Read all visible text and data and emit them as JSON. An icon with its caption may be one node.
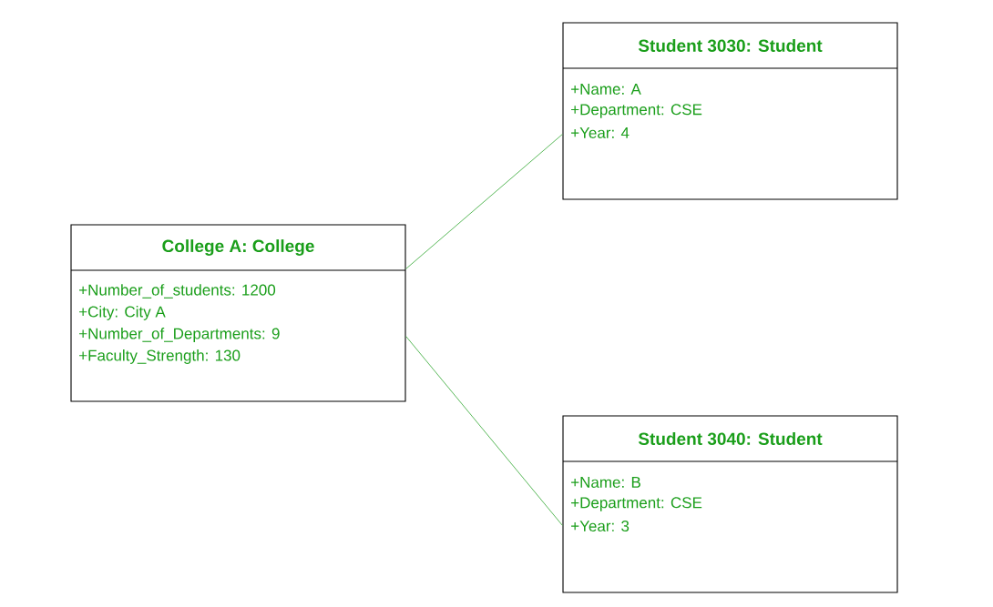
{
  "diagram": {
    "nodes": [
      {
        "text": [
          "College A: College",
          "+Number_of_students: 1200",
          "+City: City A",
          "+Number_of_Departments: 9",
          "+Faculty_Strength: 130"
        ]
      },
      {
        "text": [
          "Student 3030: Student",
          "+Name: A",
          "+Department: CSE",
          "+Year: 4"
        ]
      },
      {
        "text": [
          "Student 3040: Student",
          "+Name: B",
          "+Department: CSE",
          "+Year: 3"
        ]
      }
    ],
    "edges": [
      {
        "from": 0,
        "to": 1,
        "arrow": "none"
      },
      {
        "from": 0,
        "to": 2,
        "arrow": "none"
      }
    ]
  }
}
